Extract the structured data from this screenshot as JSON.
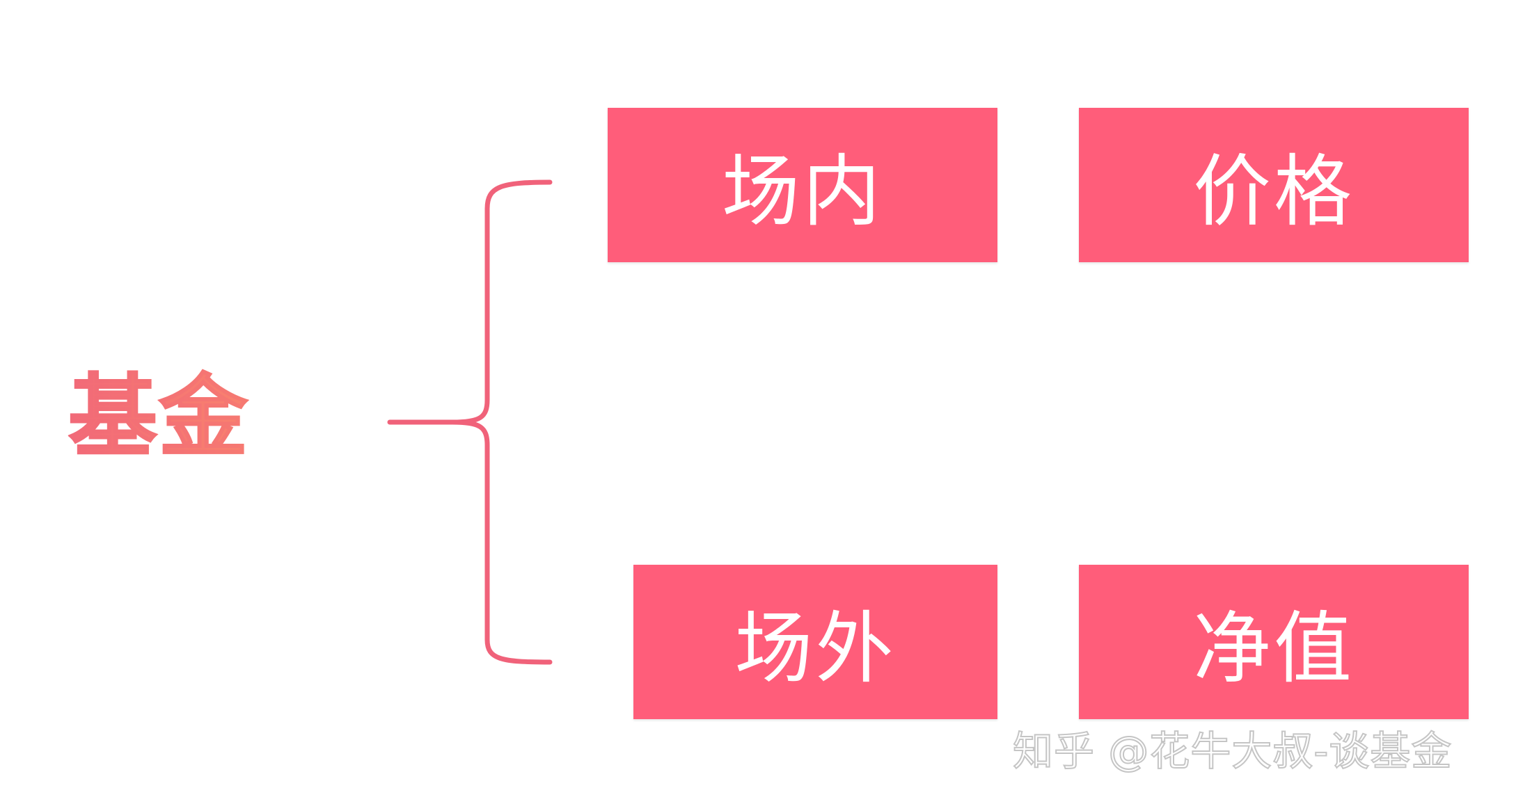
{
  "diagram": {
    "root": {
      "label": "基金"
    },
    "branches": [
      {
        "category": "场内",
        "pricing": "价格"
      },
      {
        "category": "场外",
        "pricing": "净值"
      }
    ]
  },
  "watermark": {
    "text": "知乎 @花牛大叔-谈基金"
  },
  "colors": {
    "box_fill": "#ff5d7a",
    "box_text": "#ffffff",
    "brace": "#f0627a",
    "root_gradient_start": "#f26a78",
    "root_gradient_end": "#f9826e"
  }
}
